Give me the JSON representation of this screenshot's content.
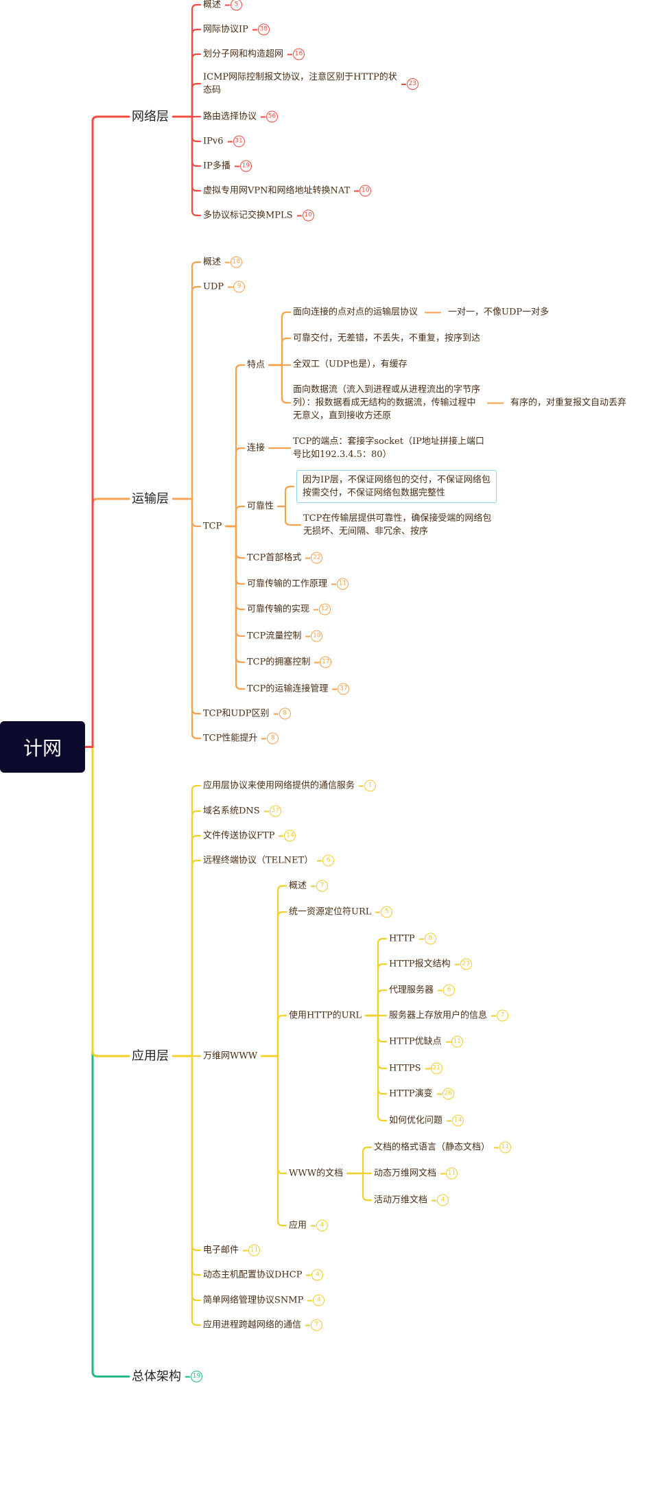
{
  "colors": {
    "network": "#f24a3f",
    "transport": "#f8a04c",
    "application": "#f4cf26",
    "architecture": "#1db67c",
    "root_bg": "#0c0b2d"
  },
  "root": {
    "label": "计网"
  },
  "network": {
    "label": "网络层",
    "items": [
      {
        "label": "概述",
        "count": 5
      },
      {
        "label": "网际协议IP",
        "count": 38
      },
      {
        "label": "划分子网和构造超网",
        "count": 16
      },
      {
        "label": "ICMP网际控制报文协议，注意区别于HTTP的状\n态码",
        "count": 23
      },
      {
        "label": "路由选择协议",
        "count": 56
      },
      {
        "label": "IPv6",
        "count": 31
      },
      {
        "label": "IP多播",
        "count": 19
      },
      {
        "label": "虚拟专用网VPN和网络地址转换NAT",
        "count": 10
      },
      {
        "label": "多协议标记交换MPLS",
        "count": 10
      }
    ]
  },
  "transport": {
    "label": "运输层",
    "items": [
      {
        "label": "概述",
        "count": 18
      },
      {
        "label": "UDP",
        "count": 9
      },
      {
        "label": "TCP"
      },
      {
        "label": "TCP和UDP区别",
        "count": 8
      },
      {
        "label": "TCP性能提升",
        "count": 8
      }
    ]
  },
  "tcp": {
    "features": {
      "label": "特点",
      "items": [
        {
          "label": "面向连接的点对点的运输层协议",
          "note": "一对一，不像UDP一对多"
        },
        {
          "label": "可靠交付，无差错，不丢失，不重复，按序到达"
        },
        {
          "label": "全双工（UDP也是），有缓存"
        },
        {
          "label": "面向数据流（流入到进程或从进程流出的字节序\n列）：报数据看成无结构的数据流，传输过程中\n无意义，直到接收方还原",
          "note": "有序的，对重复报文自动丢弃"
        }
      ]
    },
    "connection": {
      "label": "连接",
      "items": [
        {
          "label": "TCP的端点：套接字socket（IP地址拼接上端口\n号比如192.3.4.5：80）"
        }
      ]
    },
    "reliability": {
      "label": "可靠性",
      "items": [
        {
          "label": "因为IP层，不保证网络包的交付，不保证网络包\n按需交付，不保证网络包数据完整性"
        },
        {
          "label": "TCP在传输层提供可靠性，确保接受端的网络包\n无损坏、无间隔、非冗余、按序"
        }
      ]
    },
    "items": [
      {
        "label": "TCP首部格式",
        "count": 22
      },
      {
        "label": "可靠传输的工作原理",
        "count": 11
      },
      {
        "label": "可靠传输的实现",
        "count": 12
      },
      {
        "label": "TCP流量控制",
        "count": 10
      },
      {
        "label": "TCP的拥塞控制",
        "count": 17
      },
      {
        "label": "TCP的运输连接管理",
        "count": 37
      }
    ]
  },
  "application": {
    "label": "应用层",
    "items": [
      {
        "label": "应用层协议来使用网络提供的通信服务",
        "count": 1
      },
      {
        "label": "域名系统DNS",
        "count": 37
      },
      {
        "label": "文件传送协议FTP",
        "count": 14
      },
      {
        "label": "远程终端协议（TELNET）",
        "count": 6
      },
      {
        "label": "万维网WWW"
      },
      {
        "label": "电子邮件",
        "count": 11
      },
      {
        "label": "动态主机配置协议DHCP",
        "count": 4
      },
      {
        "label": "简单网络管理协议SNMP",
        "count": 4
      },
      {
        "label": "应用进程跨越网络的通信",
        "count": 7
      }
    ]
  },
  "www": {
    "items": [
      {
        "label": "概述",
        "count": 7
      },
      {
        "label": "统一资源定位符URL",
        "count": 5
      },
      {
        "label": "使用HTTP的URL"
      },
      {
        "label": "WWW的文档"
      },
      {
        "label": "应用",
        "count": 4
      }
    ]
  },
  "http_url": {
    "items": [
      {
        "label": "HTTP",
        "count": 8
      },
      {
        "label": "HTTP报文结构",
        "count": 23
      },
      {
        "label": "代理服务器",
        "count": 6
      },
      {
        "label": "服务器上存放用户的信息",
        "count": 7
      },
      {
        "label": "HTTP优缺点",
        "count": 11
      },
      {
        "label": "HTTPS",
        "count": 21
      },
      {
        "label": "HTTP演变",
        "count": 26
      },
      {
        "label": "如何优化问题",
        "count": 14
      }
    ]
  },
  "www_docs": {
    "items": [
      {
        "label": "文档的格式语言（静态文档）",
        "count": 11
      },
      {
        "label": "动态万维网文档",
        "count": 11
      },
      {
        "label": "活动万维文档",
        "count": 4
      }
    ]
  },
  "architecture": {
    "label": "总体架构",
    "count": 19
  }
}
